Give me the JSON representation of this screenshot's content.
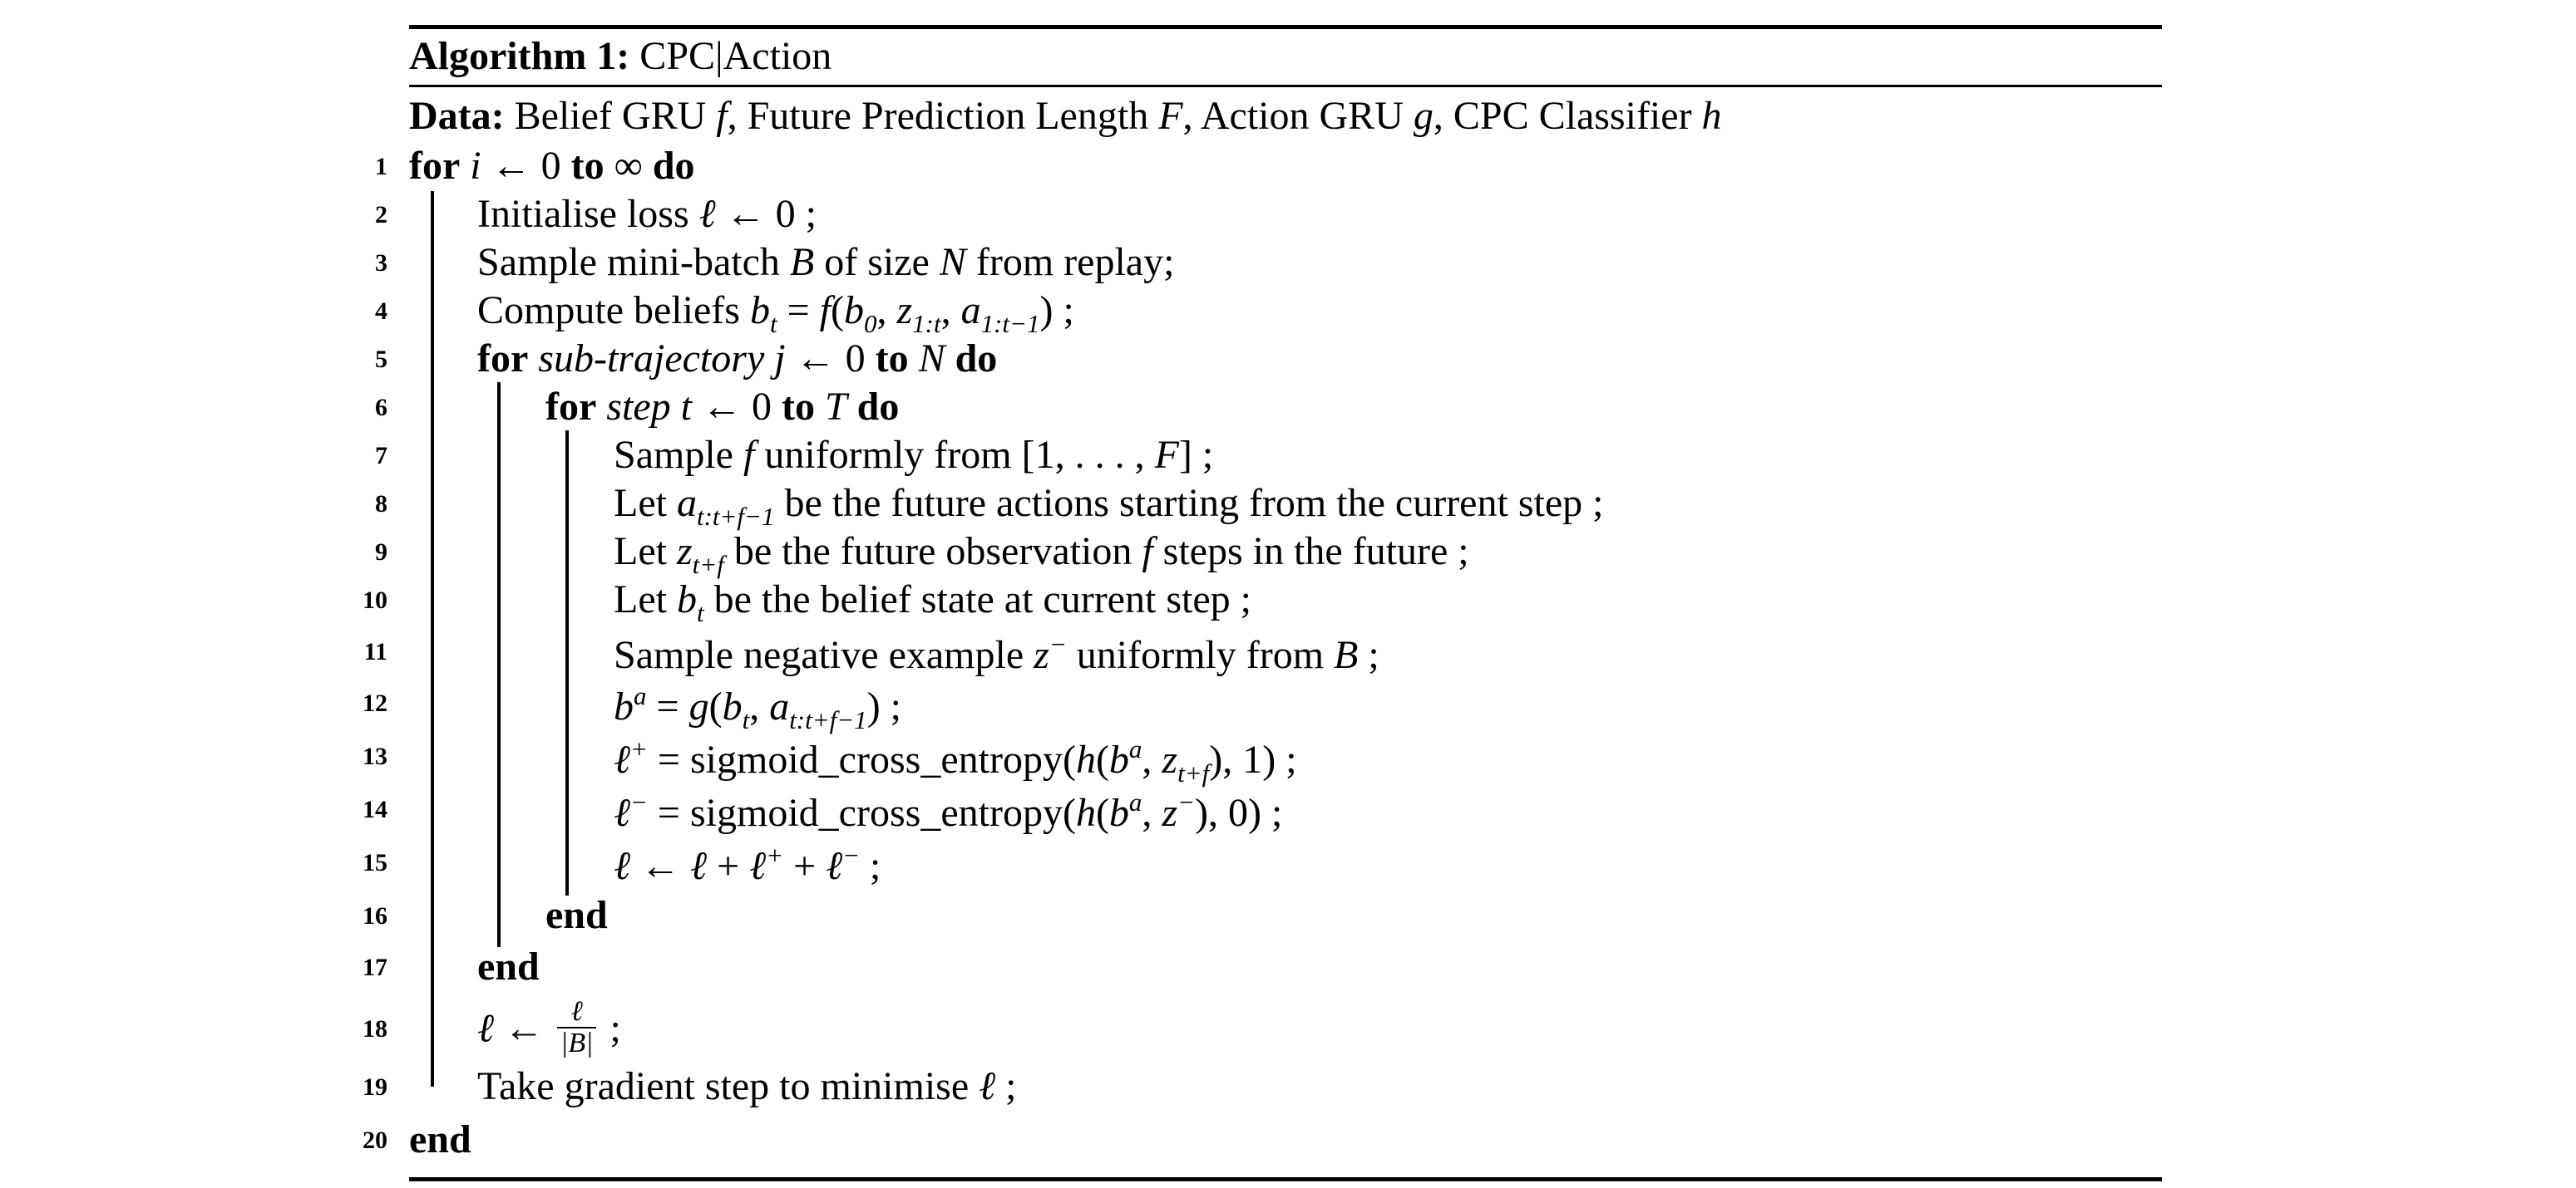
{
  "algorithm": {
    "label": "Algorithm 1:",
    "name": "CPC|Action"
  },
  "data_line": {
    "keyword": "Data:",
    "t1": "Belief GRU ",
    "v1": "f",
    "t2": ", Future Prediction Length ",
    "v2": "F",
    "t3": ", Action GRU ",
    "v3": "g",
    "t4": ", CPC Classifier ",
    "v4": "h"
  },
  "line_numbers": [
    "1",
    "2",
    "3",
    "4",
    "5",
    "6",
    "7",
    "8",
    "9",
    "10",
    "11",
    "12",
    "13",
    "14",
    "15",
    "16",
    "17",
    "18",
    "19",
    "20"
  ],
  "keywords": {
    "for": "for",
    "to": "to",
    "do": "do",
    "end": "end"
  },
  "lines": {
    "l1": {
      "var": "i",
      "arrow": " ← 0 ",
      "inf": "∞"
    },
    "l2": {
      "text": "Initialise loss ",
      "var": "ℓ",
      "rest": " ← 0 ;"
    },
    "l3": {
      "t1": "Sample mini-batch ",
      "v1": "B",
      "t2": " of size ",
      "v2": "N",
      "t3": " from replay;"
    },
    "l4": {
      "t1": "Compute beliefs ",
      "b": "b",
      "bsub": "t",
      "eq": " = ",
      "f": "f",
      "open": "(",
      "b0": "b",
      "b0sub": "0",
      "c1": ", ",
      "z": "z",
      "zsub": "1:t",
      "c2": ", ",
      "a": "a",
      "asub": "1:t−1",
      "close": ") ;"
    },
    "l5": {
      "desc": "sub-trajectory",
      "var": "j",
      "arrow": " ← 0 ",
      "limit": "N"
    },
    "l6": {
      "desc": "step",
      "var": "t",
      "arrow": " ← 0 ",
      "limit": "T"
    },
    "l7": {
      "t1": "Sample ",
      "v1": "f",
      "t2": " uniformly from [1, . . . , ",
      "v2": "F",
      "t3": "] ;"
    },
    "l8": {
      "t1": "Let ",
      "a": "a",
      "asub": "t:t+f−1",
      "t2": " be the future actions starting from the current step ;"
    },
    "l9": {
      "t1": "Let ",
      "z": "z",
      "zsub": "t+f",
      "t2": " be the future observation ",
      "f": "f",
      "t3": " steps in the future ;"
    },
    "l10": {
      "t1": "Let ",
      "b": "b",
      "bsub": "t",
      "t2": " be the belief state at current step ;"
    },
    "l11": {
      "t1": "Sample negative example ",
      "z": "z",
      "zsup": "−",
      "t2": " uniformly from ",
      "B": "B",
      "t3": " ;"
    },
    "l12": {
      "b": "b",
      "bsup": "a",
      "eq": " = ",
      "g": "g",
      "open": "(",
      "b2": "b",
      "b2sub": "t",
      "c": ", ",
      "a": "a",
      "asub": "t:t+f−1",
      "close": ") ;"
    },
    "l13": {
      "l": "ℓ",
      "lsup": "+",
      "eq": " = sigmoid_cross_entropy(",
      "h": "h",
      "open": "(",
      "b": "b",
      "bsup": "a",
      "c": ", ",
      "z": "z",
      "zsub": "t+f",
      "close": "), 1) ;"
    },
    "l14": {
      "l": "ℓ",
      "lsup": "−",
      "eq": " = sigmoid_cross_entropy(",
      "h": "h",
      "open": "(",
      "b": "b",
      "bsup": "a",
      "c": ", ",
      "z": "z",
      "zsup": "−",
      "close": "), 0) ;"
    },
    "l15": {
      "l1": "ℓ",
      "arrow": " ← ",
      "l2": "ℓ",
      "plus1": " + ",
      "l3": "ℓ",
      "sup1": "+",
      "plus2": " + ",
      "l4": "ℓ",
      "sup2": "−",
      "end": " ;"
    },
    "l18": {
      "l": "ℓ",
      "arrow": " ← ",
      "num": "ℓ",
      "den": "|B|",
      "end": " ;"
    },
    "l19": {
      "t1": "Take gradient step to minimise ",
      "l": "ℓ",
      "t2": " ;"
    }
  }
}
